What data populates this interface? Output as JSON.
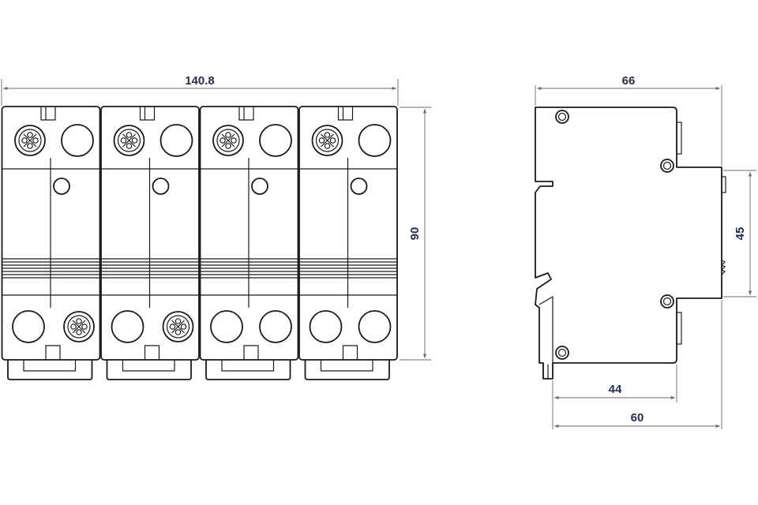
{
  "dimensions": {
    "front_width": "140.8",
    "front_height": "90",
    "side_width": "66",
    "side_depth_44": "44",
    "side_depth_60": "60",
    "side_height_45": "45"
  },
  "drawing": {
    "poles": 4,
    "line_color": "#1a1a1a",
    "dimension_color": "#1f2d5c"
  }
}
